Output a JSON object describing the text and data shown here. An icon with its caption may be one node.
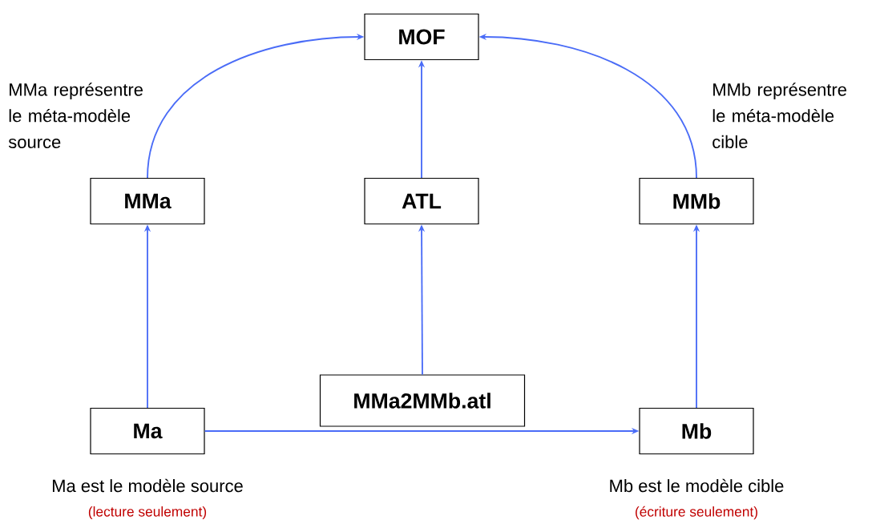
{
  "diagram": {
    "nodes": [
      {
        "text": [
          "MOF"
        ]
      },
      {
        "text": [
          "MMa"
        ],
        "beside": [
          "MMa représentre le méta-modèle source"
        ]
      },
      {
        "text": [
          "ATL"
        ]
      },
      {
        "text": [
          "MMb"
        ],
        "beside": [
          "MMb représentre le méta-modèle cible"
        ]
      },
      {
        "text": [
          "MMa2MMb.atl"
        ]
      },
      {
        "text": [
          "Ma"
        ],
        "beside": [
          "Ma est le modèle source",
          "(lecture seulement)"
        ]
      },
      {
        "text": [
          "Mb"
        ],
        "beside": [
          "Mb est le modèle cible",
          "(écriture seulement)"
        ]
      }
    ],
    "edges": [
      {
        "from": 1,
        "to": 0,
        "arrow": "to"
      },
      {
        "from": 2,
        "to": 0,
        "arrow": "to"
      },
      {
        "from": 3,
        "to": 0,
        "arrow": "to"
      },
      {
        "from": 5,
        "to": 1,
        "arrow": "to"
      },
      {
        "from": 4,
        "to": 2,
        "arrow": "to"
      },
      {
        "from": 6,
        "to": 3,
        "arrow": "to"
      },
      {
        "from": 5,
        "to": 6,
        "arrow": "to"
      }
    ]
  }
}
